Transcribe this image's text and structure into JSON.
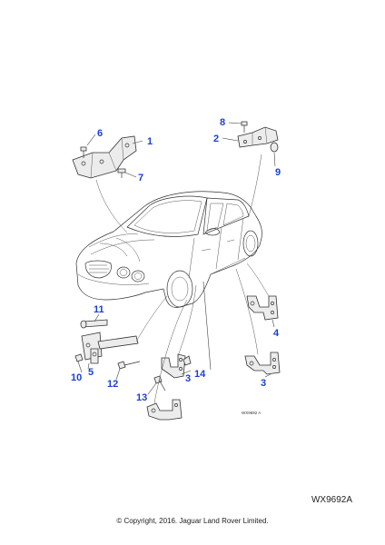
{
  "diagram": {
    "callouts": [
      "1",
      "2",
      "3",
      "3",
      "4",
      "5",
      "6",
      "7",
      "8",
      "9",
      "10",
      "11",
      "12",
      "13",
      "14"
    ],
    "inner_code": "WX9692 A"
  },
  "footer": {
    "reference_code": "WX9692A",
    "copyright": "© Copyright, 2016. Jaguar Land Rover Limited."
  }
}
